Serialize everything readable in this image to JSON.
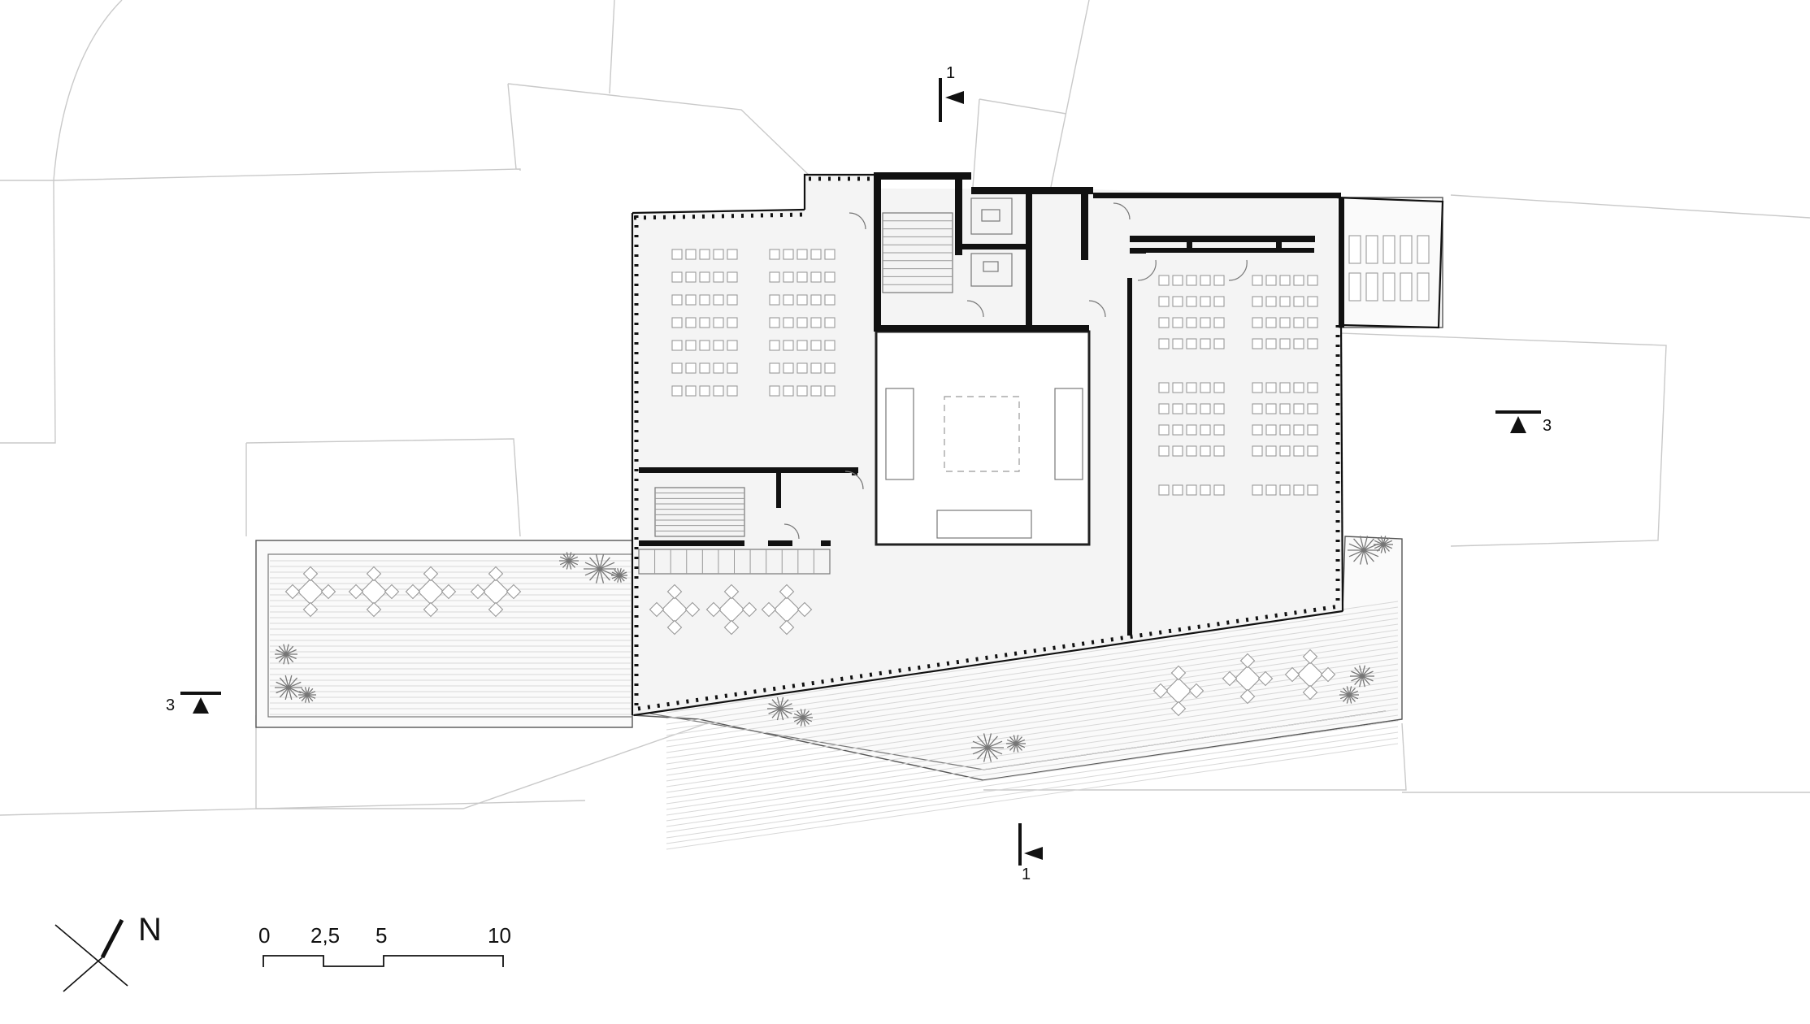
{
  "north_arrow": {
    "label": "N"
  },
  "scale_bar": {
    "labels": [
      "0",
      "2,5",
      "5",
      "10"
    ]
  },
  "section_markers": [
    {
      "id": "top",
      "label": "1"
    },
    {
      "id": "bottom",
      "label": "1"
    },
    {
      "id": "right",
      "label": "3"
    },
    {
      "id": "left",
      "label": "3"
    }
  ],
  "colors": {
    "wall": "#111111",
    "floor": "#f4f4f4",
    "context": "#c9c9c9"
  }
}
